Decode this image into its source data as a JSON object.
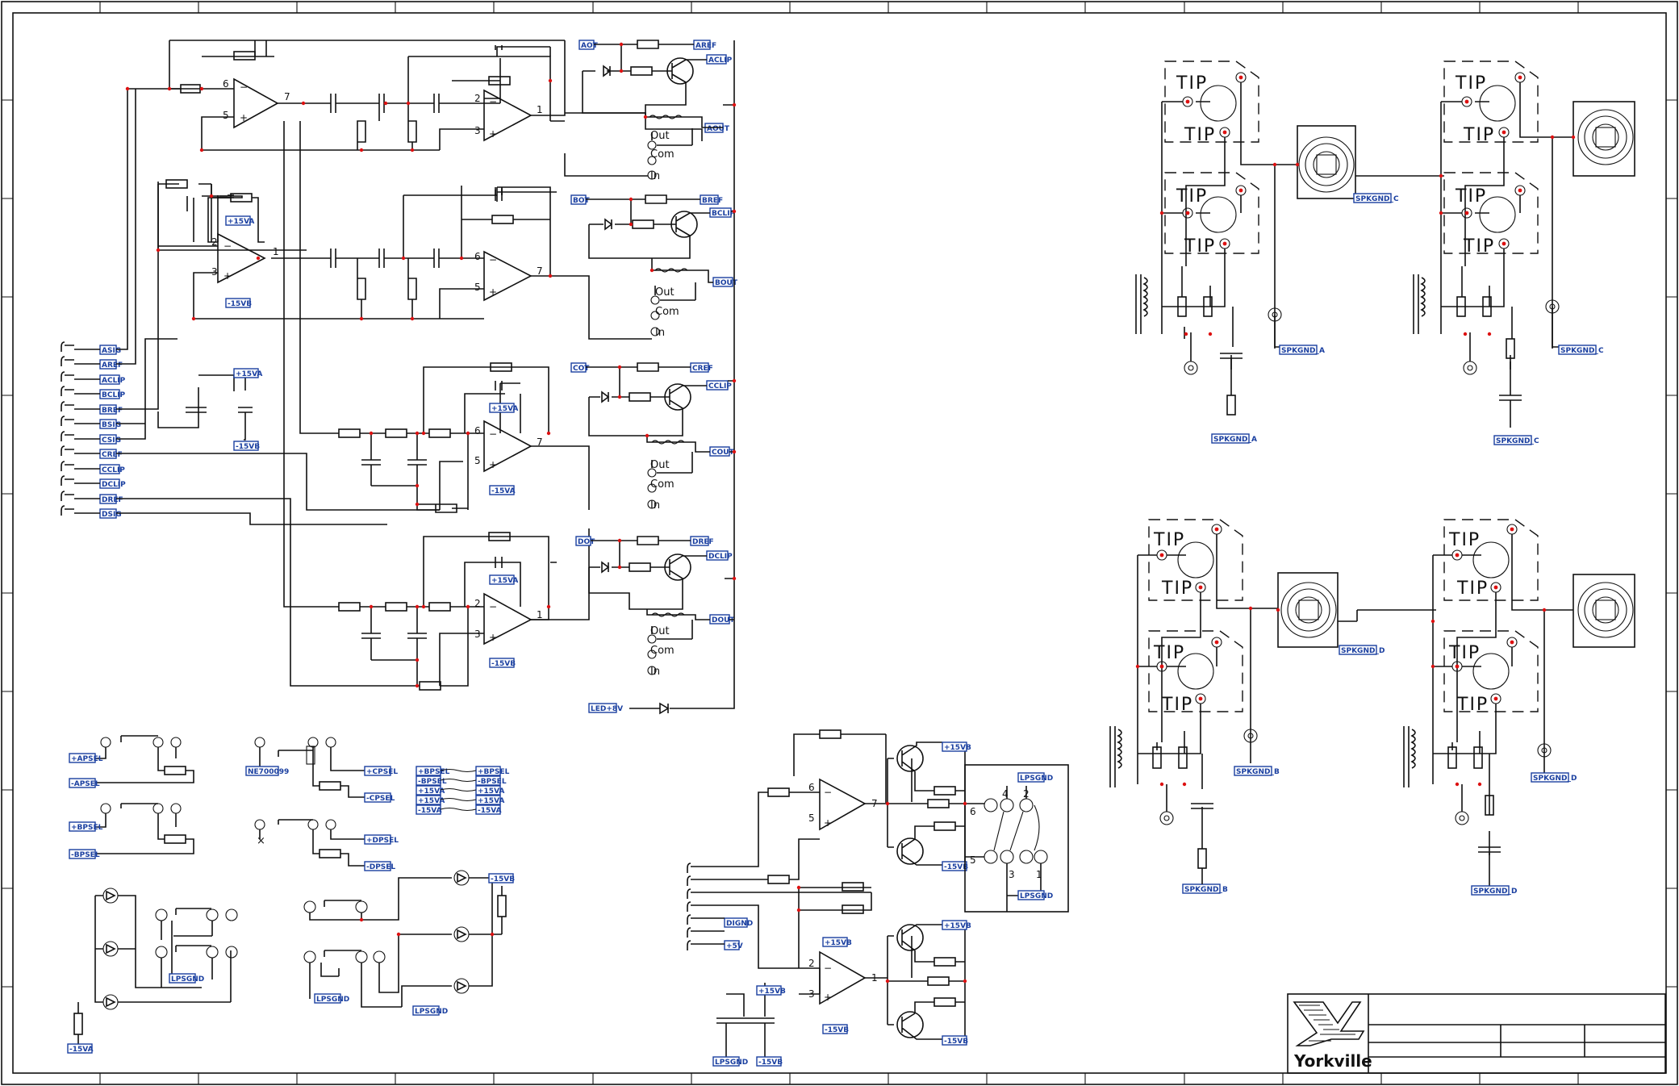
{
  "diagram": {
    "left_connector_labels": [
      "ASIG",
      "AREF",
      "ACLIP",
      "BCLIP",
      "BREF",
      "BSIG",
      "CSIG",
      "CREF",
      "CCLIP",
      "DCLIP",
      "DREF",
      "DSIG"
    ],
    "channels": [
      {
        "in_tag": "AOT",
        "ref_tag": "AREF",
        "clip_tag": "ACLIP",
        "out_tag": "AOUT",
        "opamp_pins_1": [
          "6",
          "5",
          "7"
        ],
        "opamp_pins_2": [
          "2",
          "3",
          "1"
        ],
        "out_label": "Out",
        "com_label": "Com",
        "in_label": "In"
      },
      {
        "in_tag": "BOT",
        "ref_tag": "BREF",
        "clip_tag": "BCLIP",
        "out_tag": "BOUT",
        "opamp_pins_1": [
          "2",
          "3",
          "1"
        ],
        "opamp_pins_2": [
          "6",
          "5",
          "7"
        ],
        "out_label": "Out",
        "com_label": "Com",
        "in_label": "In"
      },
      {
        "in_tag": "COT",
        "ref_tag": "CREF",
        "clip_tag": "CCLIP",
        "out_tag": "COUT",
        "opamp_pins_2": [
          "6",
          "5",
          "7"
        ],
        "out_label": "Out",
        "com_label": "Com",
        "in_label": "In"
      },
      {
        "in_tag": "DOT",
        "ref_tag": "DREF",
        "clip_tag": "DCLIP",
        "out_tag": "DOUT",
        "opamp_pins_2": [
          "2",
          "3",
          "1"
        ],
        "out_label": "Out",
        "com_label": "Com",
        "in_label": "In"
      }
    ],
    "supply_tags": {
      "p15va": "+15VA",
      "m15vb": "-15VB",
      "m15va": "-15VA",
      "p15vb": "+15VB"
    },
    "led_tag": "LED+8V",
    "switch_tags": [
      "+APSEL",
      "-APSEL",
      "+BPSEL",
      "-BPSEL",
      "NE700099",
      "+CPSEL",
      "-CPSEL",
      "+DPSEL",
      "-DPSEL"
    ],
    "power_bus": {
      "left": [
        "+BPSEL",
        "-BPSEL",
        "+15VA",
        "+15VA",
        "-15VA"
      ],
      "right": [
        "+BPSEL",
        "-BPSEL",
        "+15VA",
        "+15VA",
        "-15VA"
      ]
    },
    "ground_tags": [
      "LPSGND",
      "LPSGND",
      "LPSGND",
      "LPSGND",
      "DIGND",
      "+5V"
    ],
    "speaker_sections": [
      {
        "gnd1": "SPKGND_A",
        "gnd2": "SPKGND_A",
        "link": "SPKGND_C"
      },
      {
        "gnd1": "SPKGND_C",
        "gnd2": "SPKGND_C"
      },
      {
        "gnd1": "SPKGND_B",
        "gnd2": "SPKGND_B",
        "link": "SPKGND_D"
      },
      {
        "gnd1": "SPKGND_D",
        "gnd2": "SPKGND_D"
      }
    ],
    "tip_label": "TIP",
    "switch_pins": [
      "4",
      "2",
      "6",
      "5",
      "3",
      "1"
    ]
  },
  "title_block": {
    "logo_text": "Yorkville"
  }
}
